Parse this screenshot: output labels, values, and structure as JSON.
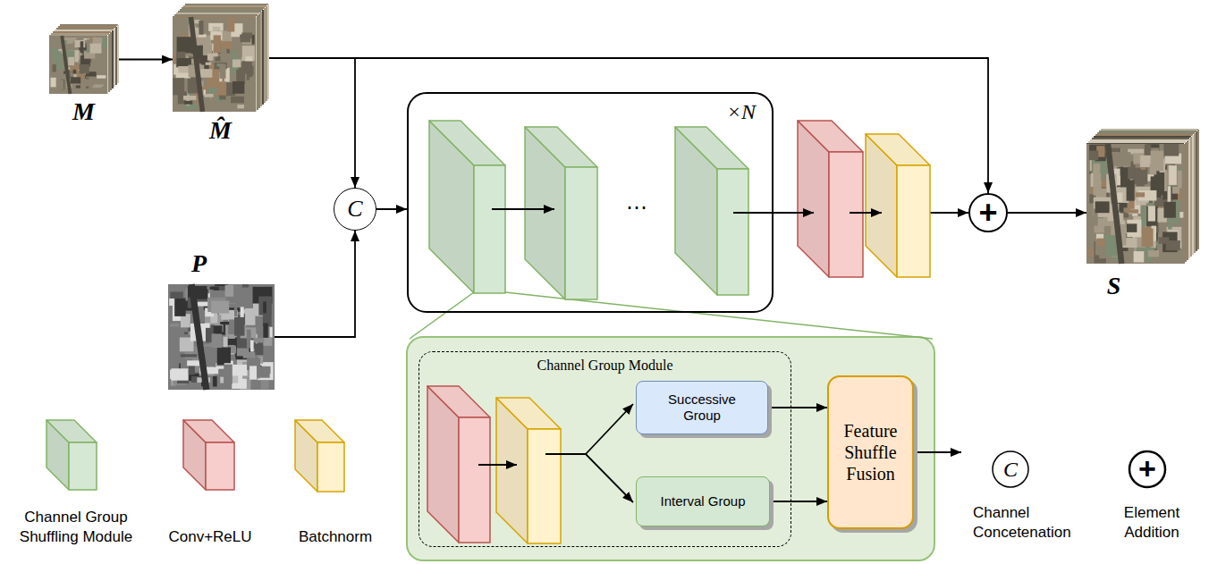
{
  "diagram": {
    "nodes": [
      {
        "text": [
          "M"
        ]
      },
      {
        "text": [
          "M̂"
        ]
      },
      {
        "text": [
          "P"
        ]
      },
      {
        "text": [
          "C"
        ]
      },
      {
        "text": [
          "×N"
        ]
      },
      {
        "text": [
          "+"
        ]
      },
      {
        "text": [
          "S"
        ]
      },
      {
        "text": [
          "Channel Group Module"
        ]
      },
      {
        "text": [
          "Successive Group"
        ],
        "in": 7
      },
      {
        "text": [
          "Interval Group"
        ],
        "in": 7
      },
      {
        "text": [
          "Feature Shuffle Fusion"
        ]
      }
    ],
    "edges": [
      {
        "from": 0,
        "to": 1,
        "arrow": "to"
      },
      {
        "from": 1,
        "to": 3,
        "arrow": "to"
      },
      {
        "from": 1,
        "to": 5,
        "arrow": "to"
      },
      {
        "from": 2,
        "to": 3,
        "arrow": "to"
      },
      {
        "from": 3,
        "to": 4,
        "arrow": "to"
      },
      {
        "from": 4,
        "to": 5,
        "arrow": "to"
      },
      {
        "from": 5,
        "to": 6,
        "arrow": "to"
      },
      {
        "from": 8,
        "to": 10,
        "arrow": "to"
      },
      {
        "from": 9,
        "to": 10,
        "arrow": "to"
      }
    ],
    "labels": [
      "⋯",
      "C",
      "+"
    ],
    "legend": [
      {
        "text": "Channel Group Shuffling Module",
        "color": "#d5e8d4"
      },
      {
        "text": "Conv+ReLU",
        "color": "#f8cecc"
      },
      {
        "text": "Batchnorm",
        "color": "#fff2cc"
      },
      {
        "text": "Channel Concetenation"
      },
      {
        "text": "Element Addition"
      }
    ]
  }
}
